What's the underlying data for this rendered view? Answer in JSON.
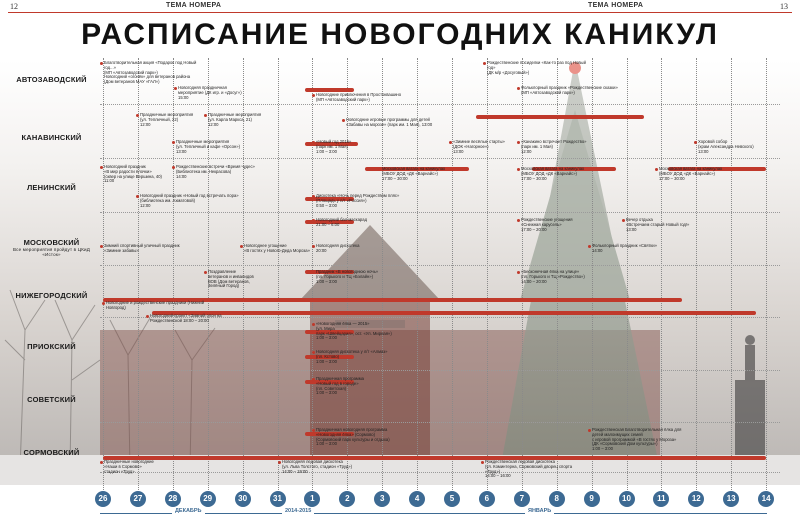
{
  "page": {
    "left_num": "12",
    "right_num": "13",
    "section_left": "ТЕМА НОМЕРА",
    "section_right": "ТЕМА НОМЕРА",
    "title": "РАСПИСАНИЕ НОВОГОДНИХ КАНИКУЛ"
  },
  "colors": {
    "accent": "#c0392b",
    "timeline": "#3d6a93"
  },
  "districts": [
    {
      "label": "АВТОЗАВОДСКИЙ",
      "sub": ""
    },
    {
      "label": "КАНАВИНСКИЙ",
      "sub": ""
    },
    {
      "label": "ЛЕНИНСКИЙ",
      "sub": ""
    },
    {
      "label": "МОСКОВСКИЙ",
      "sub": "Все мероприятия пройдут в ЦКиД «Исток»"
    },
    {
      "label": "НИЖЕГОРОДСКИЙ",
      "sub": ""
    },
    {
      "label": "ПРИОКСКИЙ",
      "sub": ""
    },
    {
      "label": "СОВЕТСКИЙ",
      "sub": ""
    },
    {
      "label": "СОРМОВСКИЙ",
      "sub": ""
    }
  ],
  "days": [
    "26",
    "27",
    "28",
    "29",
    "30",
    "31",
    "1",
    "2",
    "3",
    "4",
    "5",
    "6",
    "7",
    "8",
    "9",
    "10",
    "11",
    "12",
    "13",
    "14"
  ],
  "months": {
    "dec": "ДЕКАБРЬ",
    "years": "2014-2015",
    "jan": "ЯНВАРЬ"
  },
  "events": [
    {
      "text": "Благотворительная акция «Подарок под Новый год...»\n(МП «Автозаводский парк»)\nНовогодний «огонёк» для ветеранов района\n(Дом ветеранов МАУ «ГАЛ»)"
    },
    {
      "text": "Новогодняя праздничная\nмероприятие (ДК игр. и «Досуг»)\n15:00"
    },
    {
      "text": "Новогодние приключения в Простоквашино\n(МП «Автозаводский парк»)"
    },
    {
      "text": "Рождественские посиделки «Как-то раз под Новый год»\n(ДК м/р «Досуговый»)"
    },
    {
      "text": "Фольклорный праздник «Рождественские сказки»\n(МП «Автозаводский парк»)"
    },
    {
      "text": "Праздничные мероприятия\n(ул. Тепличный, 22)\n12:00"
    },
    {
      "text": "Праздничные мероприятия\n(ул. Карла Маркса, 21)\n12:00"
    },
    {
      "text": "Новогодние игровые программы для детей «Забавы на морозе» (парк им. 1 Мая), 13:00"
    },
    {
      "text": "Праздничные мероприятия\n(ул. Тепличный и кафе «Орсон»)\n13:00"
    },
    {
      "text": "«Новый год 2015»\n(парк им. 1 Мая)\n1:00 – 3:00"
    },
    {
      "text": "«Зимние весёлые старты»\n(ДОК «Нагорное»)\n13:00"
    },
    {
      "text": "«Канакино встречает Рождество»\n(парк им. 1 Мая)\n12:00"
    },
    {
      "text": "Хоровой собор\n(храм Александра Невского)\n13:00"
    },
    {
      "text": "Новогодний праздник\n«В мир радости ёлочки»\n(сквер на улице Вершина, 40)\n11:00"
    },
    {
      "text": "Рождественские встречи «Время чудес»\n(Библиотека им. Некрасова)\n14:00"
    },
    {
      "text": "Московская ватага на каникулах\n(МБОУ ДОД «ДК «Варнайс»)\n17:00 – 30:00"
    },
    {
      "text": "Московская ватага на каникулах\n(МБОУ ДОД «ДК «Варнайс»)\n17:00 – 30:00"
    },
    {
      "text": "Московская ватага на каникулах\n(МБОУ ДОД «ДК «Варнайс»)\n17:00 – 30:00"
    },
    {
      "text": "Новогодний праздник «Новый год встречать пора»\n(библиотека им. Ахматовой)\n12:00"
    },
    {
      "text": "Дискотека «Ночь перед Рождеством пляс»\n(Площадь у л/т «Россия»)\n0:50 – 3:00"
    },
    {
      "text": "Новогодний бал маскарад\n21:00 – 6:00"
    },
    {
      "text": "Рождественские угощения\n«Снежная карусель»\n17:00 – 20:00"
    },
    {
      "text": "Вечер отдыха\n«Встречаем старый Новый год!»\n13:00"
    },
    {
      "text": "Зимний спортивный уличный праздник\n«Зимние забавы»"
    },
    {
      "text": "Новогоднее угощение\n«В гостях у Нового-Деда Мороза»"
    },
    {
      "text": "Новогодняя дискотека\n20:00"
    },
    {
      "text": "Фольклорный праздник «Святки»\n14:00"
    },
    {
      "text": "Поздравление\nветеранов и инвалидов\nВОВ (Дом ветеранов,\nЗелёный Город)"
    },
    {
      "text": "Праздник «В новогоднюю ночь»\n(пл. Горького и ТЦ «Бэлайн»)\n1:00 – 3:00"
    },
    {
      "text": "«Бесконечная ёлка на улице»\n(пл. Горького и ТЦ «Рождество»)\n14:00 – 20:00"
    },
    {
      "text": "Новогодние и рождественские праздники (Нижний Новгород)"
    },
    {
      "text": "Новогодний проект «Зимний слон на Рождественской 18:00 – 20:00"
    },
    {
      "text": "«Новогодняя ёлка — 2015»\n(ул. Мира\nпарк «Швейцария», ост. «Ул. Мирная»)\n1:00 – 3:00"
    },
    {
      "text": "Новогодняя дискотека у л/т «Алмаз»\n(пл. Кстово)\n1:00 – 3:00"
    },
    {
      "text": "Праздничная программа\n«Новый год в городе»\n(пл. Советская)\n1:00 – 3:00"
    },
    {
      "text": "Праздничная новогодняя программа\n«Новогодняя ёлка» (Сормово)\n(Сормовский парк культуры и отдыха)\n1:00 – 3:00"
    },
    {
      "text": "Рождественская Благотворительная ёлка для детей малоимущих семей\nс игровой программой «В гостях у Мороза»\n(ДК «Сормовский Дом культуры»)\n1:00 – 3:00"
    },
    {
      "text": "Праздничные новогодние\n«Наши в Сормово»\nстадион «Труд»"
    },
    {
      "text": "Новогодняя ледовая дискотека\n(ул. Льва Толстого, стадион «Труд»)\n14:00 – 19:00"
    },
    {
      "text": "Рождественская ледовая дискотека\n(ул. Коминтерна, Сормовский дворец спорта «Труд»)\n14:00 – 16:00"
    }
  ]
}
